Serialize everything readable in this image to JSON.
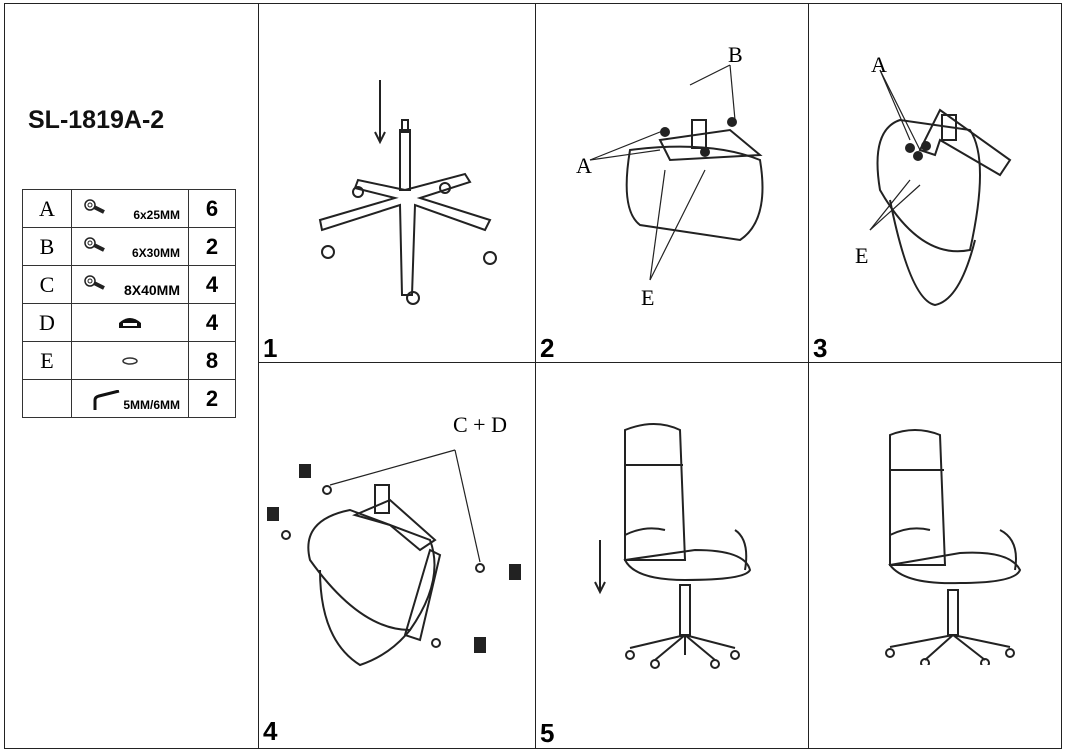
{
  "model": "SL-1819A-2",
  "parts": [
    {
      "letter": "A",
      "spec": "6x25MM",
      "qty": "6",
      "icon": "bolt-icon"
    },
    {
      "letter": "B",
      "spec": "6X30MM",
      "qty": "2",
      "icon": "bolt-icon"
    },
    {
      "letter": "C",
      "spec": "8X40MM",
      "qty": "4",
      "icon": "bolt-icon"
    },
    {
      "letter": "D",
      "spec": "",
      "qty": "4",
      "icon": "cap-icon"
    },
    {
      "letter": "E",
      "spec": "",
      "qty": "8",
      "icon": "washer-icon"
    },
    {
      "letter": "",
      "spec": "5MM/6MM",
      "qty": "2",
      "icon": "allen-key-icon"
    }
  ],
  "steps": [
    {
      "num": "1"
    },
    {
      "num": "2",
      "labels": [
        "B",
        "A",
        "E"
      ]
    },
    {
      "num": "3",
      "labels": [
        "A",
        "E"
      ]
    },
    {
      "num": "4",
      "labels": [
        "C + D"
      ]
    },
    {
      "num": "5"
    }
  ]
}
